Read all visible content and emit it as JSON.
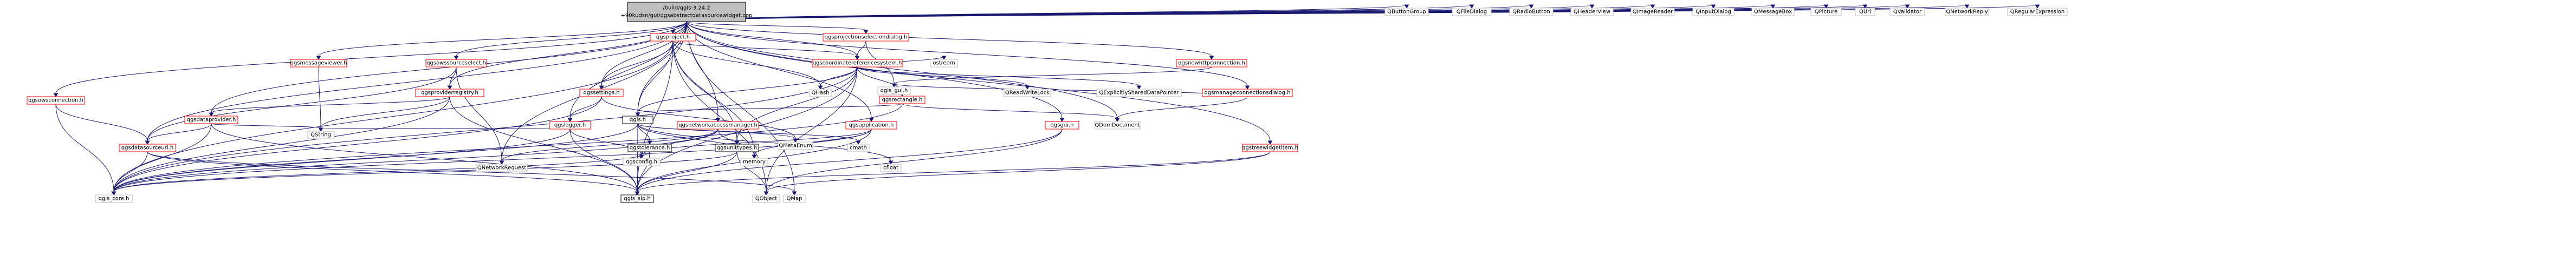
{
  "root": {
    "line1": "/build/qgis-3.24.2",
    "line2": "+90kudsn/gui/qgsabstractdatasourcewidget.cpp"
  },
  "nodes": [
    {
      "id": "qgsproject",
      "label": "qgsproject.h",
      "kind": "red"
    },
    {
      "id": "qgsprojectionselectiondialog",
      "label": "qgsprojectionselectiondialog.h",
      "kind": "red"
    },
    {
      "id": "qgsmessageviewer",
      "label": "qgsmessageviewer.h",
      "kind": "red"
    },
    {
      "id": "qgsowssourceselect",
      "label": "qgsowssourceselect.h",
      "kind": "red"
    },
    {
      "id": "qgsowsconnection",
      "label": "qgsowsconnection.h",
      "kind": "red"
    },
    {
      "id": "qgsproviderregistry",
      "label": "qgsproviderregistry.h",
      "kind": "red"
    },
    {
      "id": "qgssettings",
      "label": "qgssettings.h",
      "kind": "red"
    },
    {
      "id": "qgscoordinatereferencesystem",
      "label": "qgscoordinatereferencesystem.h",
      "kind": "red"
    },
    {
      "id": "qgsdataprovider",
      "label": "qgsdataprovider.h",
      "kind": "red"
    },
    {
      "id": "qgslogger",
      "label": "qgslogger.h",
      "kind": "red"
    },
    {
      "id": "qgsnetworkaccessmanager",
      "label": "qgsnetworkaccessmanager.h",
      "kind": "red"
    },
    {
      "id": "qgsapplication",
      "label": "qgsapplication.h",
      "kind": "red"
    },
    {
      "id": "qgsrectangle",
      "label": "qgsrectangle.h",
      "kind": "red"
    },
    {
      "id": "qgsdatasourceuri",
      "label": "qgsdatasourceuri.h",
      "kind": "red"
    },
    {
      "id": "qgis",
      "label": "qgis.h",
      "kind": "black"
    },
    {
      "id": "qgstolerance",
      "label": "qgstolerance.h",
      "kind": "black"
    },
    {
      "id": "qgsunittypes",
      "label": "qgsunittypes.h",
      "kind": "black"
    },
    {
      "id": "qgsgui",
      "label": "qgsgui.h",
      "kind": "red"
    },
    {
      "id": "qgsnewhttpconnection",
      "label": "qgsnewhttpconnection.h",
      "kind": "red"
    },
    {
      "id": "qgsmanageconnectionsdialog",
      "label": "qgsmanageconnectionsdialog.h",
      "kind": "red"
    },
    {
      "id": "qgstreewidgetitem",
      "label": "qgstreewidgetitem.h",
      "kind": "red"
    },
    {
      "id": "qgis_core",
      "label": "qgis_core.h",
      "kind": "gray"
    },
    {
      "id": "qgis_sip",
      "label": "qgis_sip.h",
      "kind": "black"
    },
    {
      "id": "qgis_gui",
      "label": "qgis_gui.h",
      "kind": "gray"
    },
    {
      "id": "QString",
      "label": "QString",
      "kind": "gray"
    },
    {
      "id": "QNetworkRequest",
      "label": "QNetworkRequest",
      "kind": "gray"
    },
    {
      "id": "qgsconfig",
      "label": "qgsconfig.h",
      "kind": "gray"
    },
    {
      "id": "memory",
      "label": "memory",
      "kind": "gray"
    },
    {
      "id": "QMetaEnum",
      "label": "QMetaEnum",
      "kind": "gray"
    },
    {
      "id": "cmath",
      "label": "cmath",
      "kind": "gray"
    },
    {
      "id": "cfloat",
      "label": "cfloat",
      "kind": "gray"
    },
    {
      "id": "QObject",
      "label": "QObject",
      "kind": "gray"
    },
    {
      "id": "QMap",
      "label": "QMap",
      "kind": "gray"
    },
    {
      "id": "QHash",
      "label": "QHash",
      "kind": "gray"
    },
    {
      "id": "ostream",
      "label": "ostream",
      "kind": "gray"
    },
    {
      "id": "QReadWriteLock",
      "label": "QReadWriteLock",
      "kind": "gray"
    },
    {
      "id": "QExplicitlySharedDataPointer",
      "label": "QExplicitlySharedDataPointer",
      "kind": "gray"
    },
    {
      "id": "QDomDocument",
      "label": "QDomDocument",
      "kind": "gray"
    },
    {
      "id": "QButtonGroup",
      "label": "QButtonGroup",
      "kind": "gray"
    },
    {
      "id": "QFileDialog",
      "label": "QFileDialog",
      "kind": "gray"
    },
    {
      "id": "QRadioButton",
      "label": "QRadioButton",
      "kind": "gray"
    },
    {
      "id": "QHeaderView",
      "label": "QHeaderView",
      "kind": "gray"
    },
    {
      "id": "QImageReader",
      "label": "QImageReader",
      "kind": "gray"
    },
    {
      "id": "QInputDialog",
      "label": "QInputDialog",
      "kind": "gray"
    },
    {
      "id": "QMessageBox",
      "label": "QMessageBox",
      "kind": "gray"
    },
    {
      "id": "QPicture",
      "label": "QPicture",
      "kind": "gray"
    },
    {
      "id": "QUrl",
      "label": "QUrl",
      "kind": "gray"
    },
    {
      "id": "QValidator",
      "label": "QValidator",
      "kind": "gray"
    },
    {
      "id": "QNetworkReply",
      "label": "QNetworkReply",
      "kind": "gray"
    },
    {
      "id": "QRegularExpression",
      "label": "QRegularExpression",
      "kind": "gray"
    }
  ],
  "edges": [
    [
      "root",
      "qgsproject"
    ],
    [
      "root",
      "qgsprojectionselectiondialog"
    ],
    [
      "root",
      "qgsmessageviewer"
    ],
    [
      "root",
      "qgsowssourceselect"
    ],
    [
      "root",
      "qgsowsconnection"
    ],
    [
      "root",
      "qgsproviderregistry"
    ],
    [
      "root",
      "qgssettings"
    ],
    [
      "root",
      "qgscoordinatereferencesystem"
    ],
    [
      "root",
      "qgsdataprovider"
    ],
    [
      "root",
      "qgslogger"
    ],
    [
      "root",
      "qgsnetworkaccessmanager"
    ],
    [
      "root",
      "qgsapplication"
    ],
    [
      "root",
      "qgsdatasourceuri"
    ],
    [
      "root",
      "qgis"
    ],
    [
      "root",
      "qgsgui"
    ],
    [
      "root",
      "qgsnewhttpconnection"
    ],
    [
      "root",
      "qgsmanageconnectionsdialog"
    ],
    [
      "root",
      "qgstreewidgetitem"
    ],
    [
      "root",
      "QNetworkRequest"
    ],
    [
      "root",
      "QDomDocument"
    ],
    [
      "root",
      "QMap"
    ],
    [
      "root",
      "QButtonGroup"
    ],
    [
      "root",
      "QFileDialog"
    ],
    [
      "root",
      "QRadioButton"
    ],
    [
      "root",
      "QHeaderView"
    ],
    [
      "root",
      "QImageReader"
    ],
    [
      "root",
      "QInputDialog"
    ],
    [
      "root",
      "QMessageBox"
    ],
    [
      "root",
      "QPicture"
    ],
    [
      "root",
      "QUrl"
    ],
    [
      "root",
      "QValidator"
    ],
    [
      "root",
      "QNetworkReply"
    ],
    [
      "root",
      "QRegularExpression"
    ],
    [
      "qgsproject",
      "qgscoordinatereferencesystem"
    ],
    [
      "qgsproject",
      "qgssettings"
    ],
    [
      "qgsproject",
      "qgis"
    ],
    [
      "qgsproject",
      "QHash"
    ],
    [
      "qgsproject",
      "qgsunittypes"
    ],
    [
      "qgsproject",
      "qgis_core"
    ],
    [
      "qgsproject",
      "memory"
    ],
    [
      "qgsproject",
      "qgis_sip"
    ],
    [
      "qgsproject",
      "QObject"
    ],
    [
      "qgsprojectionselectiondialog",
      "qgscoordinatereferencesystem"
    ],
    [
      "qgsprojectionselectiondialog",
      "qgis_gui"
    ],
    [
      "qgsmessageviewer",
      "QString"
    ],
    [
      "qgsowssourceselect",
      "qgsproviderregistry"
    ],
    [
      "qgsowssourceselect",
      "qgsdatasourceuri"
    ],
    [
      "qgsowssourceselect",
      "QNetworkRequest"
    ],
    [
      "qgsowsconnection",
      "qgsdatasourceuri"
    ],
    [
      "qgsowsconnection",
      "qgis_core"
    ],
    [
      "qgsproviderregistry",
      "qgsdataprovider"
    ],
    [
      "qgsproviderregistry",
      "QString"
    ],
    [
      "qgsproviderregistry",
      "qgis_core"
    ],
    [
      "qgsproviderregistry",
      "qgis_sip"
    ],
    [
      "qgssettings",
      "qgslogger"
    ],
    [
      "qgssettings",
      "qgis_core"
    ],
    [
      "qgssettings",
      "QMetaEnum"
    ],
    [
      "qgscoordinatereferencesystem",
      "qgis"
    ],
    [
      "qgscoordinatereferencesystem",
      "qgsrectangle"
    ],
    [
      "qgscoordinatereferencesystem",
      "qgsunittypes"
    ],
    [
      "qgscoordinatereferencesystem",
      "ostream"
    ],
    [
      "qgscoordinatereferencesystem",
      "QReadWriteLock"
    ],
    [
      "qgscoordinatereferencesystem",
      "QExplicitlySharedDataPointer"
    ],
    [
      "qgscoordinatereferencesystem",
      "QHash"
    ],
    [
      "qgscoordinatereferencesystem",
      "qgis_core"
    ],
    [
      "qgscoordinatereferencesystem",
      "qgis_sip"
    ],
    [
      "qgscoordinatereferencesystem",
      "QObject"
    ],
    [
      "qgsdataprovider",
      "qgsdatasourceuri"
    ],
    [
      "qgsdataprovider",
      "QString"
    ],
    [
      "qgsdataprovider",
      "qgis_core"
    ],
    [
      "qgsdataprovider",
      "qgis_sip"
    ],
    [
      "qgslogger",
      "QString"
    ],
    [
      "qgslogger",
      "qgsconfig"
    ],
    [
      "qgslogger",
      "qgis_core"
    ],
    [
      "qgslogger",
      "qgis_sip"
    ],
    [
      "qgsnetworkaccessmanager",
      "qgsconfig"
    ],
    [
      "qgsnetworkaccessmanager",
      "QNetworkRequest"
    ],
    [
      "qgsnetworkaccessmanager",
      "memory"
    ],
    [
      "qgsnetworkaccessmanager",
      "qgis_core"
    ],
    [
      "qgsapplication",
      "qgsconfig"
    ],
    [
      "qgsapplication",
      "memory"
    ],
    [
      "qgsapplication",
      "qgis_core"
    ],
    [
      "qgsapplication",
      "qgis_sip"
    ],
    [
      "qgsrectangle",
      "qgis"
    ],
    [
      "qgsrectangle",
      "QDomDocument"
    ],
    [
      "qgsrectangle",
      "qgis_core"
    ],
    [
      "qgsdatasourceuri",
      "qgis_core"
    ],
    [
      "qgsdatasourceuri",
      "qgis_sip"
    ],
    [
      "qgsdatasourceuri",
      "QMap"
    ],
    [
      "qgis",
      "qgstolerance"
    ],
    [
      "qgis",
      "memory"
    ],
    [
      "qgis",
      "QMetaEnum"
    ],
    [
      "qgis",
      "cmath"
    ],
    [
      "qgis",
      "cfloat"
    ],
    [
      "qgis",
      "qgis_core"
    ],
    [
      "qgis",
      "qgis_sip"
    ],
    [
      "qgstolerance",
      "qgis_core"
    ],
    [
      "qgstolerance",
      "qgis_sip"
    ],
    [
      "qgsunittypes",
      "qgis_core"
    ],
    [
      "qgsunittypes",
      "qgis_sip"
    ],
    [
      "qgsunittypes",
      "QObject"
    ],
    [
      "qgsgui",
      "qgis_sip"
    ],
    [
      "qgsgui",
      "QObject"
    ],
    [
      "qgsnewhttpconnection",
      "qgis_gui"
    ],
    [
      "qgsmanageconnectionsdialog",
      "QDomDocument"
    ],
    [
      "qgsmanageconnectionsdialog",
      "qgis_gui"
    ],
    [
      "qgstreewidgetitem",
      "qgis_sip"
    ],
    [
      "qgstreewidgetitem",
      "QObject"
    ]
  ]
}
